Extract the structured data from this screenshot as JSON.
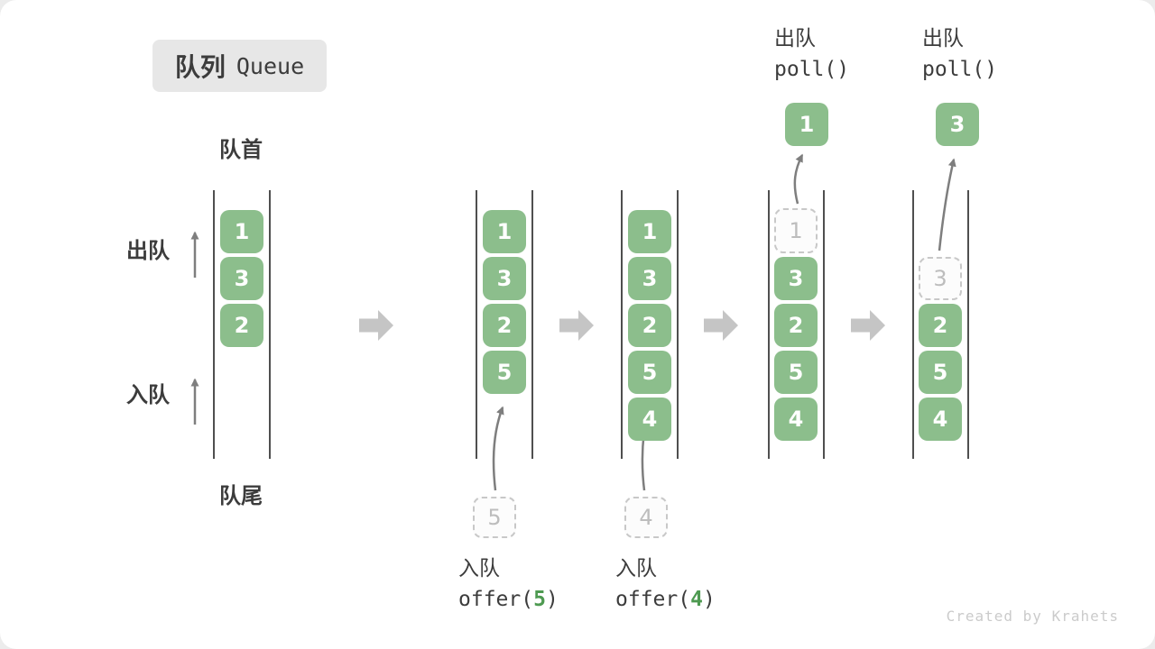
{
  "title": {
    "zh": "队列",
    "en": "Queue"
  },
  "labels": {
    "front": "队首",
    "rear": "队尾",
    "dequeue": "出队",
    "enqueue": "入队"
  },
  "watermark": "Created by Krahets",
  "colors": {
    "item_green": "#8CBE8C",
    "code_arg_green": "#4E9A51",
    "text_dark": "#3C3C3C",
    "ghost_border": "#C8C8C8",
    "ghost_text": "#BDBDBD",
    "step_arrow_gray": "#C5C5C5",
    "thin_arrow_gray": "#7E7E7E",
    "wall_line": "#4F4F4F",
    "title_box_bg": "#E7E7E7"
  },
  "icons": {
    "step_arrow": "right-block-arrow-icon",
    "enqueue_arrow": "curved-up-arrow-icon",
    "dequeue_arrow": "curved-up-arrow-icon",
    "side_arrow": "up-arrow-icon"
  },
  "queues": [
    {
      "name": "state-initial",
      "slots": [
        {
          "value": "1"
        },
        {
          "value": "3"
        },
        {
          "value": "2"
        }
      ]
    },
    {
      "name": "state-after-offer-5",
      "slots": [
        {
          "value": "1"
        },
        {
          "value": "3"
        },
        {
          "value": "2"
        },
        {
          "value": "5"
        }
      ],
      "pending": {
        "value": "5"
      },
      "op": {
        "action": "入队",
        "code_pre": "offer(",
        "arg": "5",
        "code_post": ")"
      }
    },
    {
      "name": "state-after-offer-4",
      "slots": [
        {
          "value": "1"
        },
        {
          "value": "3"
        },
        {
          "value": "2"
        },
        {
          "value": "5"
        },
        {
          "value": "4"
        }
      ],
      "pending": {
        "value": "4"
      },
      "op": {
        "action": "入队",
        "code_pre": "offer(",
        "arg": "4",
        "code_post": ")"
      }
    },
    {
      "name": "state-after-poll-1",
      "slots": [
        {
          "value": "1",
          "ghost": true
        },
        {
          "value": "3"
        },
        {
          "value": "2"
        },
        {
          "value": "5"
        },
        {
          "value": "4"
        }
      ],
      "result": {
        "value": "1"
      },
      "op": {
        "action": "出队",
        "code": "poll()"
      }
    },
    {
      "name": "state-after-poll-3",
      "slots": [
        {
          "value": "3",
          "ghost": true
        },
        {
          "value": "2"
        },
        {
          "value": "5"
        },
        {
          "value": "4"
        }
      ],
      "result": {
        "value": "3"
      },
      "op": {
        "action": "出队",
        "code": "poll()"
      }
    }
  ]
}
